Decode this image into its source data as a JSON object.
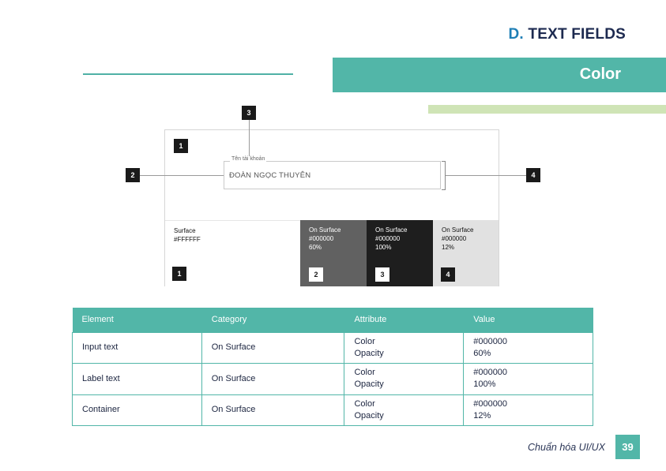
{
  "header": {
    "prefix": "D.",
    "title": "TEXT FIELDS",
    "section": "Color"
  },
  "diagram": {
    "markers": [
      "1",
      "2",
      "3",
      "4"
    ],
    "field_label": "Tên tài khoản",
    "field_value": "ĐOÀN NGỌC THUYÊN",
    "swatches": [
      {
        "number": "1",
        "text": "Surface\n#FFFFFF",
        "color": "#FFFFFF"
      },
      {
        "number": "2",
        "text": "On Surface\n#000000\n60%",
        "color": "#616161"
      },
      {
        "number": "3",
        "text": "On Surface\n#000000\n100%",
        "color": "#1E1E1E"
      },
      {
        "number": "4",
        "text": "On Surface\n#000000\n12%",
        "color": "#E1E1E1"
      }
    ]
  },
  "table": {
    "headers": [
      "Element",
      "Category",
      "Attribute",
      "Value"
    ],
    "rows": [
      {
        "element": "Input text",
        "category": "On Surface",
        "attr1": "Color",
        "attr2": "Opacity",
        "val1": "#000000",
        "val2": "60%"
      },
      {
        "element": "Label text",
        "category": "On Surface",
        "attr1": "Color",
        "attr2": "Opacity",
        "val1": "#000000",
        "val2": "100%"
      },
      {
        "element": "Container",
        "category": "On Surface",
        "attr1": "Color",
        "attr2": "Opacity",
        "val1": "#000000",
        "val2": "12%"
      }
    ]
  },
  "footer": {
    "text": "Chuẩn hóa UI/UX",
    "page": "39"
  },
  "colors": {
    "accent_teal": "#52B6A8",
    "title_navy": "#1D2A50",
    "prefix_blue": "#1F7FB6",
    "light_green": "#CFE4B6"
  }
}
